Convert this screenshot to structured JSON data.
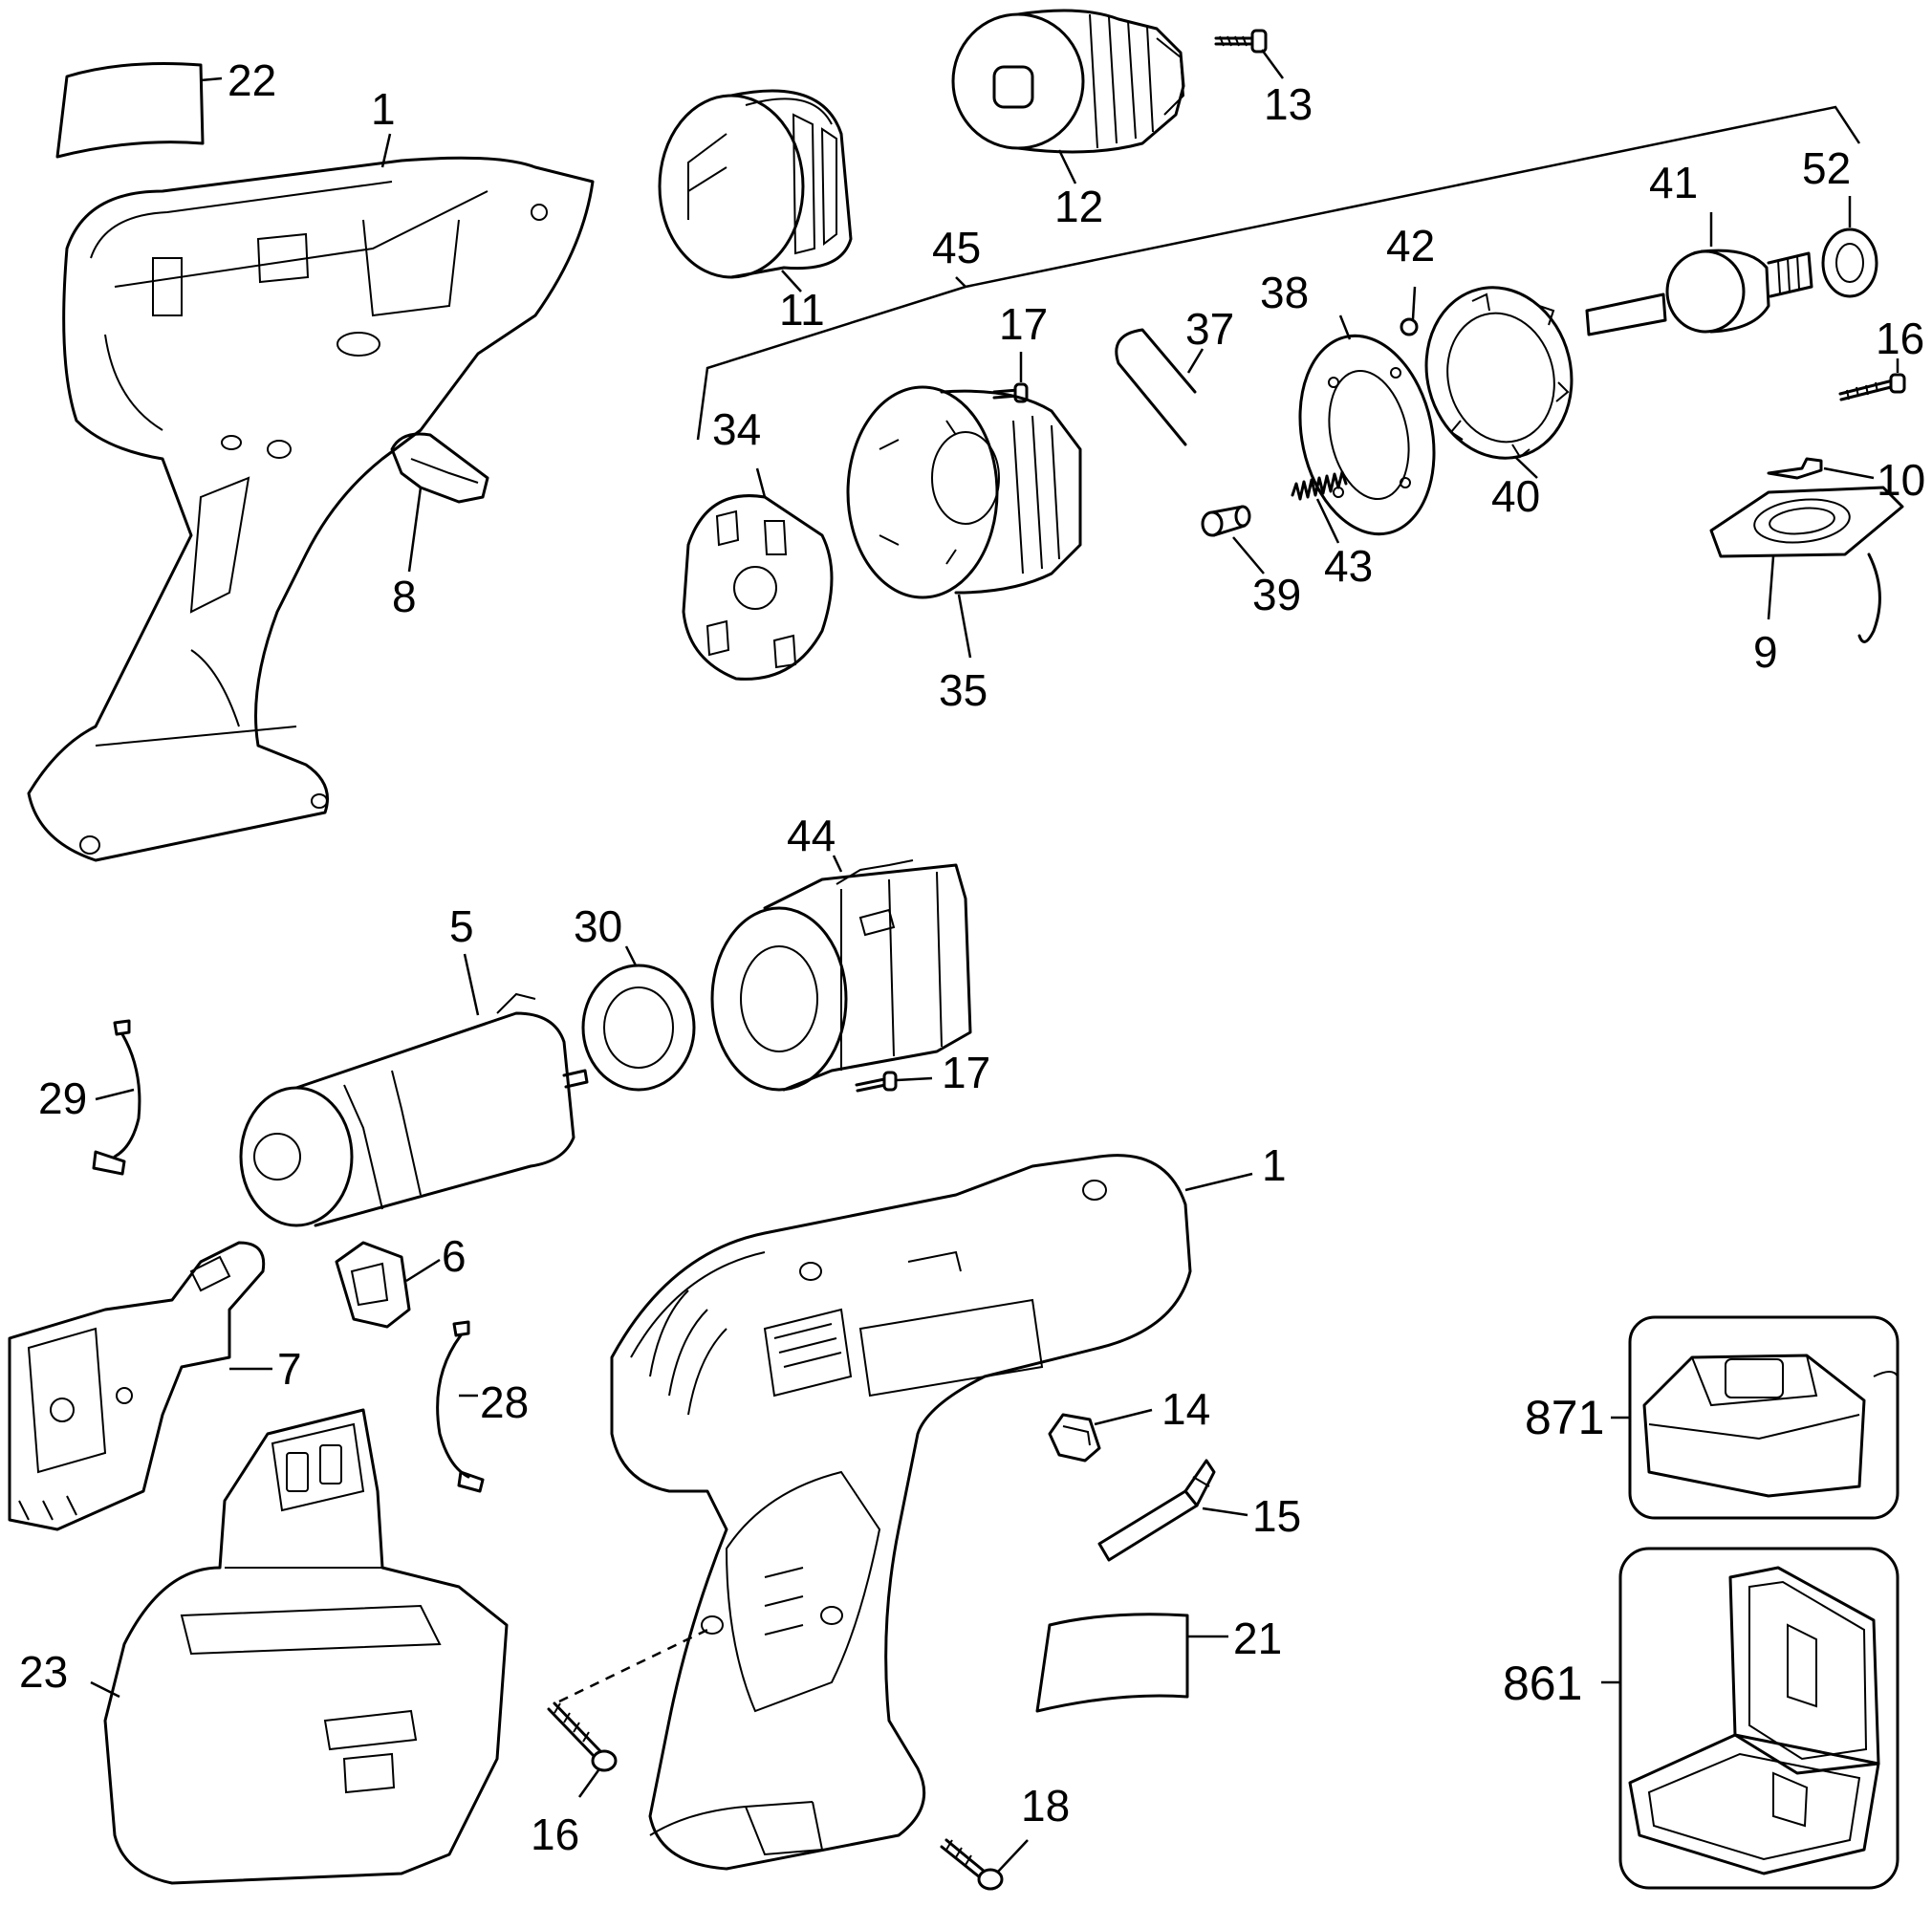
{
  "diagram": {
    "labels": {
      "p1": "1",
      "p1b": "1",
      "p5": "5",
      "p6": "6",
      "p7": "7",
      "p8": "8",
      "p9": "9",
      "p10": "10",
      "p11": "11",
      "p12": "12",
      "p13": "13",
      "p14": "14",
      "p15": "15",
      "p16": "16",
      "p16b": "16",
      "p17": "17",
      "p17b": "17",
      "p18": "18",
      "p21": "21",
      "p22": "22",
      "p23": "23",
      "p28": "28",
      "p29": "29",
      "p30": "30",
      "p34": "34",
      "p35": "35",
      "p37": "37",
      "p38": "38",
      "p39": "39",
      "p40": "40",
      "p41": "41",
      "p42": "42",
      "p43": "43",
      "p44": "44",
      "p45": "45",
      "p52": "52",
      "p861": "861",
      "p871": "871"
    }
  }
}
